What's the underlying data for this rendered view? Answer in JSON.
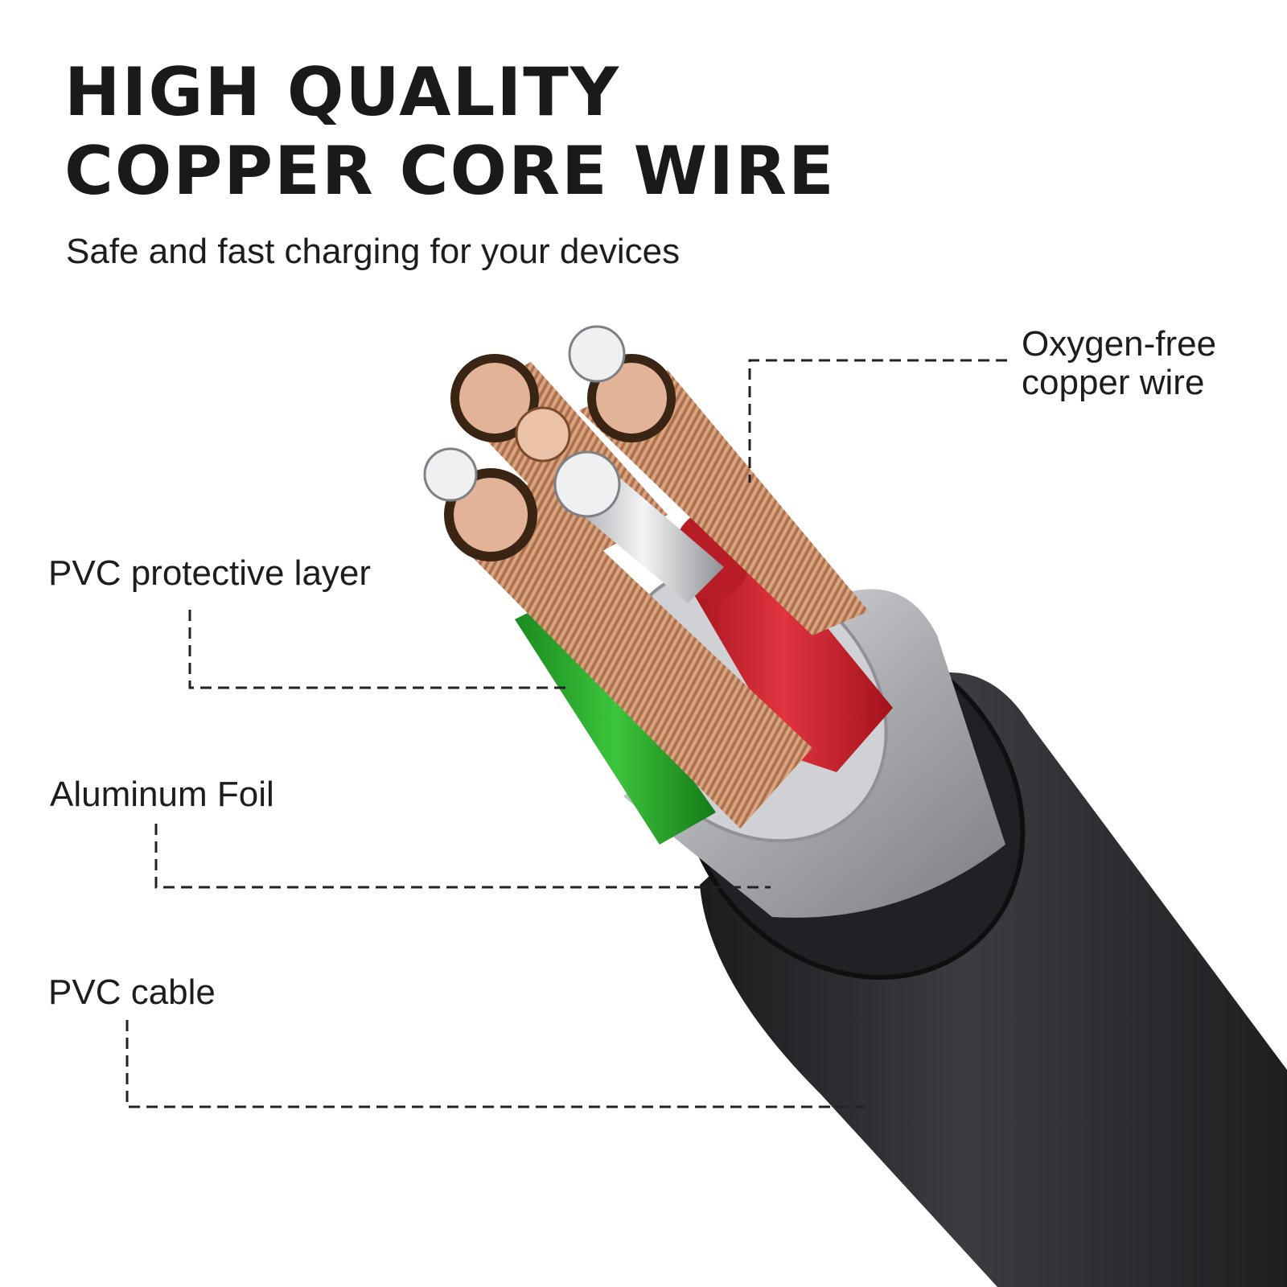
{
  "header": {
    "title_line1": "HIGH QUALITY",
    "title_line2": "COPPER CORE WIRE",
    "subtitle": "Safe and fast charging for your devices"
  },
  "callouts": {
    "oxygen_free_line1": "Oxygen-free",
    "oxygen_free_line2": "copper wire",
    "pvc_protective_layer": "PVC protective layer",
    "aluminum_foil": "Aluminum Foil",
    "pvc_cable": "PVC cable"
  },
  "colors": {
    "text": "#1d1d1d",
    "copper": "#c98a66",
    "red_insulation": "#d8232f",
    "green_insulation": "#2fb52f",
    "foil": "#b7b9bd",
    "jacket": "#2b2d30"
  }
}
